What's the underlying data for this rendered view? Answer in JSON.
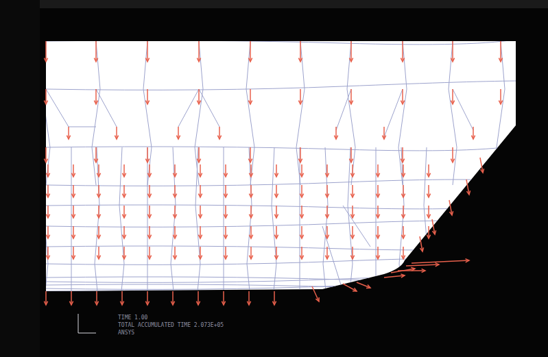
{
  "diagram": {
    "labels": [
      "TIME 1.00",
      "TOTAL ACCUMULATED TIME 2.073E+05",
      "ANSYS"
    ]
  }
}
